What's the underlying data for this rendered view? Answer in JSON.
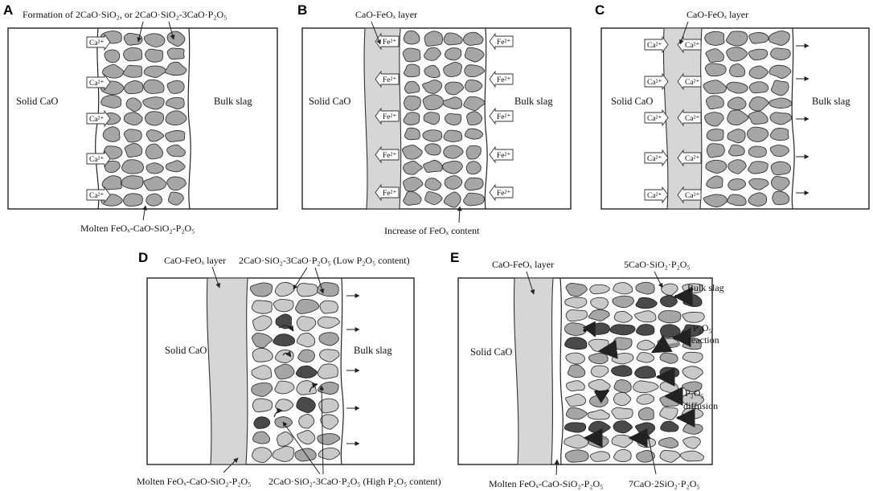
{
  "panels": {
    "A": {
      "letter": "A",
      "solid": "Solid CaO",
      "bulk": "Bulk slag",
      "top_annotation": "Formation of 2CaO·SiO₂, or 2CaO·SiO₂-3CaO·P₂O₅",
      "bottom_annotation": "Molten FeOₓ-CaO-SiO₂-P₂O₅",
      "ion": "Ca²⁺"
    },
    "B": {
      "letter": "B",
      "solid": "Solid CaO",
      "bulk": "Bulk slag",
      "top_annotation": "CaO-FeOₓ layer",
      "bottom_annotation": "Increase of FeOₓ content",
      "ion": "Fe²⁺"
    },
    "C": {
      "letter": "C",
      "solid": "Solid CaO",
      "bulk": "Bulk slag",
      "top_annotation": "CaO-FeOₓ layer",
      "ion": "Ca²⁺"
    },
    "D": {
      "letter": "D",
      "solid": "Solid CaO",
      "bulk": "Bulk slag",
      "layer_annotation": "CaO-FeOₓ layer",
      "low_annotation": "2CaO·SiO₂-3CaO·P₂O₅ (Low P₂O₅ content)",
      "bottom_left_annotation": "Molten FeOₓ-CaO-SiO₂-P₂O₅",
      "high_annotation": "2CaO·SiO₂-3CaO·P₂O₅ (High P₂O₅ content)"
    },
    "E": {
      "letter": "E",
      "solid": "Solid CaO",
      "bulk": "Bulk slag",
      "layer_annotation": "CaO-FeOₓ layer",
      "top_annotation": "5CaO·SiO₂·P₂O₅",
      "reaction_label_1": "P₂O₅",
      "reaction_label_2": "reaction",
      "diffusion_label_1": "P₂O₅",
      "diffusion_label_2": "diffusion",
      "bottom_left_annotation": "Molten FeOₓ-CaO-SiO₂-P₂O₅",
      "bottom_right_annotation": "7CaO·2SiO₂·P₂O₅"
    }
  },
  "colors": {
    "grain": "#a6a6a6",
    "grain_light": "#c9c9c9",
    "grain_dark": "#4a4a4a",
    "layer": "#d6d6d6"
  }
}
